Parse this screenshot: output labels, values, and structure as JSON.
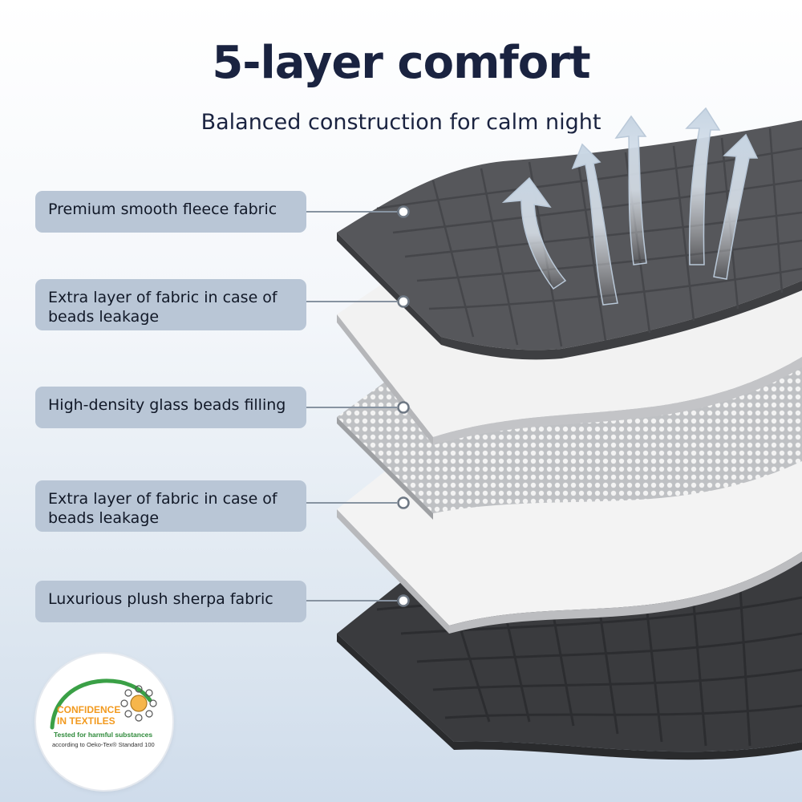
{
  "header": {
    "title": "5-layer comfort",
    "subtitle": "Balanced construction for calm night"
  },
  "layers": [
    {
      "label": "Premium smooth fleece fabric"
    },
    {
      "label": "Extra layer of fabric in case of beads leakage"
    },
    {
      "label": "High-density glass beads filling"
    },
    {
      "label": "Extra layer of fabric in case of beads leakage"
    },
    {
      "label": "Luxurious plush sherpa fabric"
    }
  ],
  "badge": {
    "line1": "CONFIDENCE",
    "line2": "IN TEXTILES",
    "line3": "Tested for harmful substances",
    "line4": "according to Oeko-Tex® Standard 100"
  },
  "colors": {
    "title": "#1a2340",
    "label_bg": "#b9c6d6",
    "dark_fabric": "#4a4b4e",
    "light_fabric": "#f2f2f2",
    "badge_orange": "#f29a1f",
    "badge_green": "#2f8a3b"
  }
}
